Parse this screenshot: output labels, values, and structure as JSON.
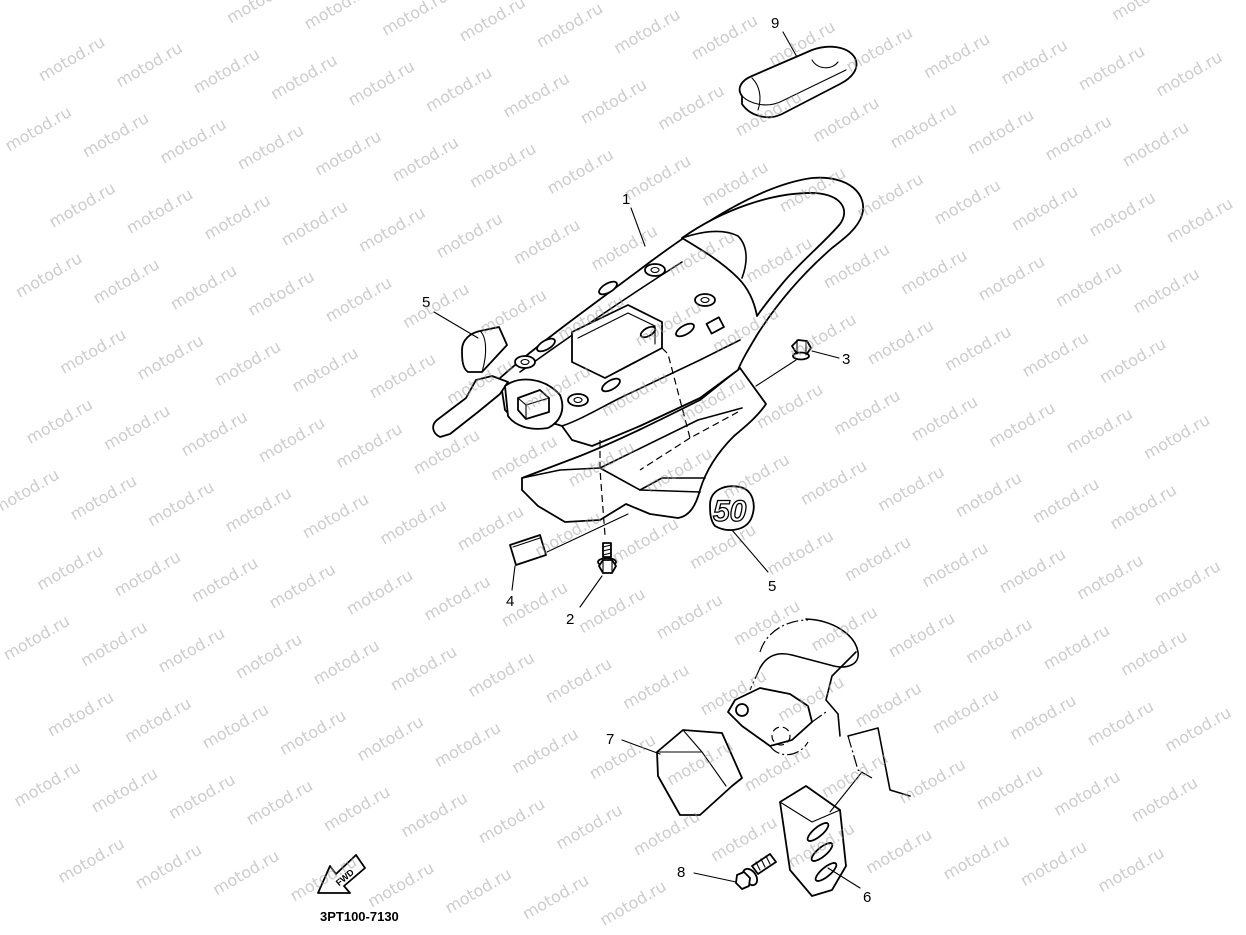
{
  "watermark": "motod.ru",
  "callouts": {
    "p1": "1",
    "p2": "2",
    "p3": "3",
    "p4": "4",
    "p5_left": "5",
    "p5_right": "5",
    "p6": "6",
    "p7": "7",
    "p8": "8",
    "p9": "9"
  },
  "decal_text": "50",
  "fwd_label": "FWD",
  "diagram_code": "3PT100-7130",
  "colors": {
    "background": "#ffffff",
    "line": "#000000",
    "watermark": "#9a9a9a"
  }
}
